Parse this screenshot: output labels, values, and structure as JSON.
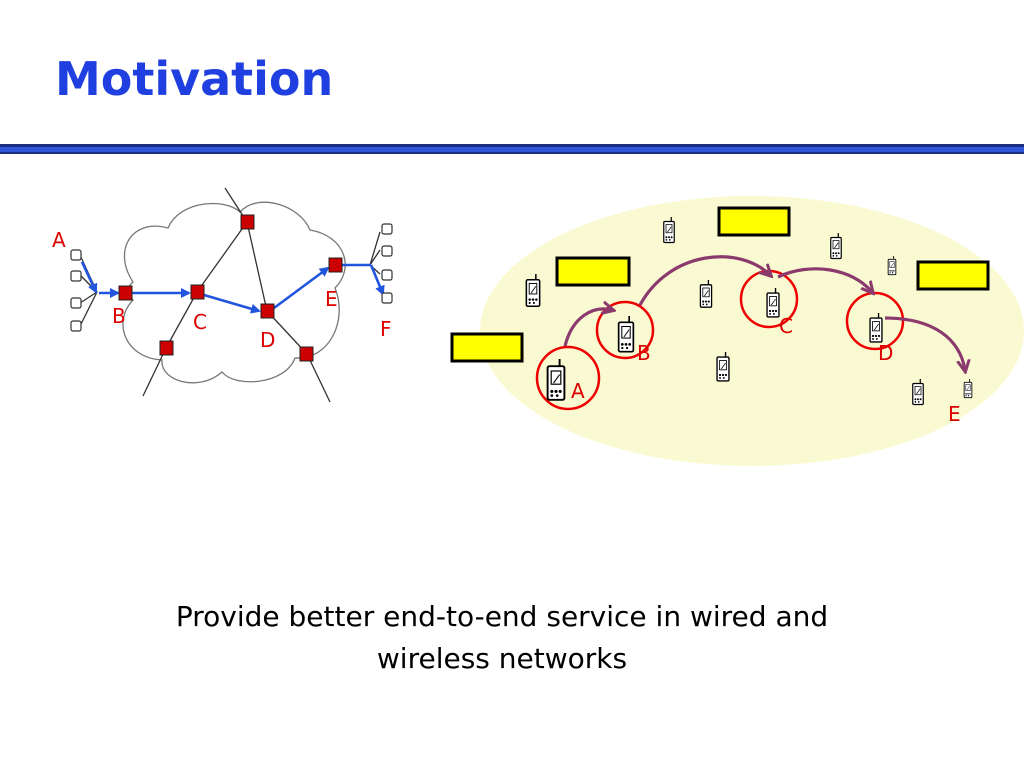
{
  "slide": {
    "title": "Motivation",
    "caption_line1": "Provide better end-to-end service in wired and",
    "caption_line2": "wireless networks"
  },
  "wired": {
    "labels": [
      "A",
      "B",
      "C",
      "D",
      "E",
      "F"
    ]
  },
  "wireless": {
    "labels": [
      "A",
      "B",
      "C",
      "D",
      "E"
    ]
  },
  "colors": {
    "title": "#1f3fe0",
    "rule_dark": "#1a2f80",
    "rule_mid": "#2f55d8",
    "router": "#cc0000",
    "path_blue": "#2255dd",
    "label_red": "#dd0000",
    "cloud_fill": "#fbf7d6",
    "ellipse_fill": "#fafad2",
    "access_point": "#ffff00",
    "wireless_path": "#8b3a6e",
    "node_ring": "#ee0000"
  }
}
